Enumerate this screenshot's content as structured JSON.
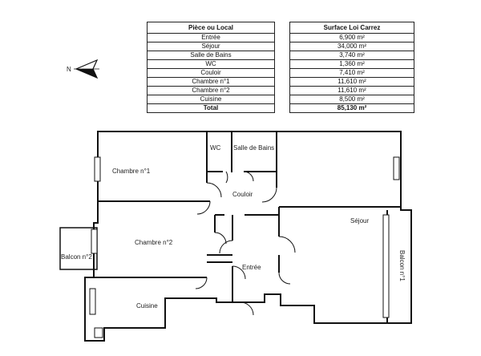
{
  "table": {
    "col_room": "Pièce ou Local",
    "col_area": "Surface Loi Carrez",
    "rows": [
      {
        "room": "Entrée",
        "area": "6,900 m²"
      },
      {
        "room": "Séjour",
        "area": "34,000 m²"
      },
      {
        "room": "Salle de Bains",
        "area": "3,740 m²"
      },
      {
        "room": "WC",
        "area": "1,360 m²"
      },
      {
        "room": "Couloir",
        "area": "7,410 m²"
      },
      {
        "room": "Chambre n°1",
        "area": "11,610 m²"
      },
      {
        "room": "Chambre n°2",
        "area": "11,610 m²"
      },
      {
        "room": "Cuisine",
        "area": "8,500 m²"
      }
    ],
    "total_label": "Total",
    "total_area": "85,130 m²"
  },
  "compass": {
    "label": "N",
    "icon": "north-arrow-icon"
  },
  "plan": {
    "chambre1": "Chambre n°1",
    "wc": "WC",
    "sdb": "Salle de Bains",
    "couloir": "Couloir",
    "sejour": "Séjour",
    "chambre2": "Chambre n°2",
    "balcon2": "Balcon n°2",
    "entree": "Entrée",
    "balcon1": "Balcon n°1",
    "cuisine": "Cuisine"
  }
}
